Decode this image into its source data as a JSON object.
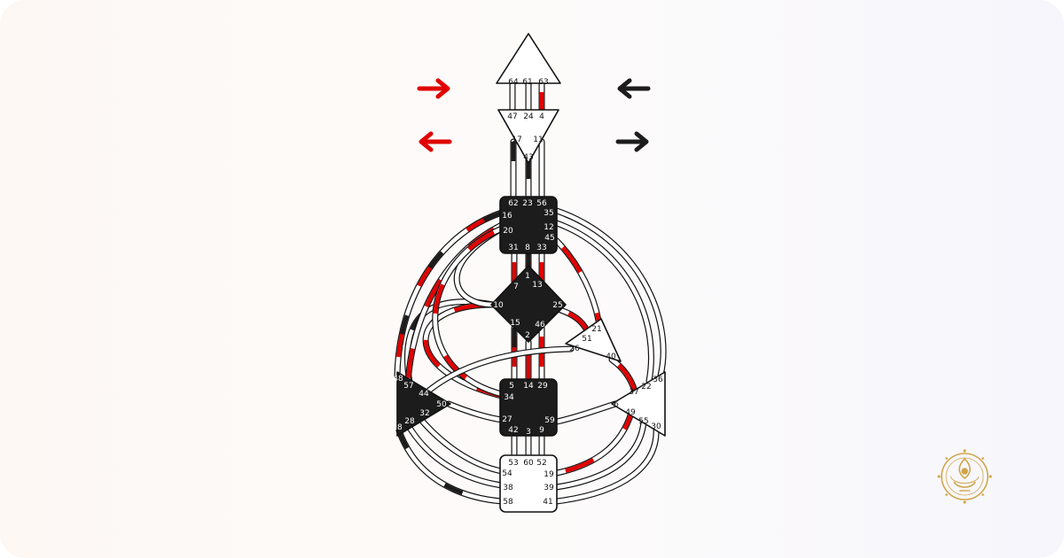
{
  "colors": {
    "defined": "#1c1c1c",
    "open": "#ffffff",
    "design_activation": "#e00000",
    "personality_activation": "#1c1c1c",
    "background_left": "#fdf8f4",
    "background_right": "#f6f6fc",
    "logo_gold": "#d0a64b"
  },
  "arrows": [
    {
      "name": "arrow-top-left",
      "direction": "right",
      "color": "#e00000"
    },
    {
      "name": "arrow-top-right",
      "direction": "left",
      "color": "#1c1c1c"
    },
    {
      "name": "arrow-bottom-left",
      "direction": "left",
      "color": "#e00000"
    },
    {
      "name": "arrow-bottom-right",
      "direction": "right",
      "color": "#1c1c1c"
    }
  ],
  "centers": [
    {
      "id": "head",
      "defined": false,
      "gates": [
        "64",
        "61",
        "63"
      ]
    },
    {
      "id": "ajna",
      "defined": false,
      "gates": [
        "47",
        "24",
        "4",
        "17",
        "11",
        "43"
      ]
    },
    {
      "id": "throat",
      "defined": true,
      "gates": [
        "62",
        "23",
        "56",
        "16",
        "35",
        "20",
        "12",
        "45",
        "31",
        "8",
        "33"
      ]
    },
    {
      "id": "g",
      "defined": true,
      "gates": [
        "1",
        "7",
        "13",
        "10",
        "25",
        "15",
        "46",
        "2"
      ]
    },
    {
      "id": "heart",
      "defined": false,
      "gates": [
        "21",
        "51",
        "26",
        "40"
      ]
    },
    {
      "id": "spleen",
      "defined": true,
      "gates": [
        "48",
        "57",
        "44",
        "50",
        "32",
        "28",
        "18"
      ]
    },
    {
      "id": "sacral",
      "defined": true,
      "gates": [
        "5",
        "14",
        "29",
        "34",
        "27",
        "59",
        "42",
        "3",
        "9"
      ]
    },
    {
      "id": "solar-plexus",
      "defined": false,
      "gates": [
        "36",
        "22",
        "37",
        "6",
        "49",
        "55",
        "30"
      ]
    },
    {
      "id": "root",
      "defined": false,
      "gates": [
        "53",
        "60",
        "52",
        "54",
        "19",
        "38",
        "39",
        "58",
        "41"
      ]
    }
  ],
  "channels": [
    {
      "id": "64-47",
      "design": false,
      "personality": false
    },
    {
      "id": "61-24",
      "design": false,
      "personality": false
    },
    {
      "id": "63-4",
      "design": true,
      "personality": false
    },
    {
      "id": "17-62",
      "design": false,
      "personality": true
    },
    {
      "id": "43-23",
      "design": false,
      "personality": true
    },
    {
      "id": "11-56",
      "design": false,
      "personality": false
    },
    {
      "id": "31-7",
      "design": true,
      "personality": false
    },
    {
      "id": "8-1",
      "design": true,
      "personality": true
    },
    {
      "id": "33-13",
      "design": true,
      "personality": false
    },
    {
      "id": "15-5",
      "design": true,
      "personality": true
    },
    {
      "id": "2-14",
      "design": true,
      "personality": false
    },
    {
      "id": "46-29",
      "design": true,
      "personality": false
    },
    {
      "id": "45-21",
      "design": true,
      "personality": false
    },
    {
      "id": "25-51",
      "design": true,
      "personality": false
    },
    {
      "id": "10-57",
      "design": false,
      "personality": true
    },
    {
      "id": "10-34",
      "design": true,
      "personality": false
    },
    {
      "id": "10-20",
      "design": false,
      "personality": false
    },
    {
      "id": "16-48",
      "design": true,
      "personality": true
    },
    {
      "id": "20-57",
      "design": true,
      "personality": false
    },
    {
      "id": "20-34",
      "design": true,
      "personality": false
    },
    {
      "id": "35-36",
      "design": false,
      "personality": false
    },
    {
      "id": "12-22",
      "design": false,
      "personality": false
    },
    {
      "id": "26-44",
      "design": false,
      "personality": false
    },
    {
      "id": "40-37",
      "design": true,
      "personality": false
    },
    {
      "id": "50-27",
      "design": false,
      "personality": false
    },
    {
      "id": "32-54",
      "design": false,
      "personality": false
    },
    {
      "id": "28-38",
      "design": false,
      "personality": false
    },
    {
      "id": "18-58",
      "design": false,
      "personality": true
    },
    {
      "id": "59-6",
      "design": false,
      "personality": false
    },
    {
      "id": "19-49",
      "design": true,
      "personality": false
    },
    {
      "id": "39-55",
      "design": false,
      "personality": false
    },
    {
      "id": "41-30",
      "design": false,
      "personality": false
    },
    {
      "id": "53-42",
      "design": false,
      "personality": false
    },
    {
      "id": "60-3",
      "design": false,
      "personality": false
    },
    {
      "id": "52-9",
      "design": false,
      "personality": false
    }
  ]
}
